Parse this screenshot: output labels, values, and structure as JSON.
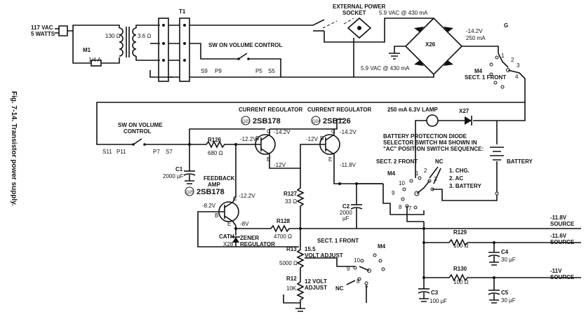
{
  "caption": "Fig. 7-14. Transistor power supply.",
  "mains": {
    "voltage": "117 VAC",
    "power": "5 WATTS"
  },
  "fuse": {
    "ref": "M1",
    "value": "1/4 A"
  },
  "transformer": {
    "ref": "T1",
    "primary": "130 Ω",
    "secondary": "3.6 Ω"
  },
  "switch_top": {
    "label": "SW ON VOLUME CONTROL",
    "t1": "S9",
    "t2": "P9",
    "t3": "P5",
    "t4": "S5"
  },
  "ext_socket": {
    "line1": "EXTERNAL POWER",
    "line2": "SOCKET"
  },
  "ac_top": "5.9 VAC @ 430 mA",
  "ac_bottom": "5.9 VAC @ 430 mA",
  "bridge": {
    "ref": "X26"
  },
  "dc_out": {
    "voltage": "-14.2V",
    "current": "250 mA"
  },
  "node_g": "G",
  "m4_top": {
    "ref": "M4",
    "sect": "SECT. 1 FRONT",
    "p1": "1",
    "p2": "2",
    "p3": "3",
    "p4": "4"
  },
  "lamp": {
    "label": "250 mA 6.3V LAMP"
  },
  "diode_x27": "X27",
  "switch_left": {
    "line1": "SW ON VOLUME",
    "line2": "CONTROL",
    "t1": "S11",
    "t2": "P11",
    "t3": "P7",
    "t4": "S7"
  },
  "q23": {
    "title": "CURRENT REGULATOR",
    "ref": "Q23",
    "part": "2SB178",
    "vc": "-14.2V",
    "vb": "-12.2V",
    "ve": "-12V",
    "b": "B",
    "c": "C",
    "e": "E"
  },
  "q24": {
    "title": "CURRENT REGULATOR",
    "ref": "Q24",
    "part": "2SB126",
    "vc": "-14.2V",
    "vb": "-12V",
    "ve": "-11.8V",
    "b": "B",
    "c": "C",
    "e": "E"
  },
  "r126": {
    "ref": "R126",
    "value": "680 Ω"
  },
  "c1": {
    "ref": "C1",
    "value": "2000 µF"
  },
  "q25": {
    "title1": "FEEDBACK",
    "title2": "AMP",
    "ref": "Q25",
    "part": "2SB178",
    "vc": "-12.2V",
    "vb": "-8.2V",
    "ve": "-8V",
    "b": "B",
    "c": "C",
    "e": "E"
  },
  "r127": {
    "ref": "R127",
    "value": "33 Ω"
  },
  "c2": {
    "ref": "C2",
    "value": "2000",
    "unit": "µF"
  },
  "r128": {
    "ref": "R128",
    "value": "4700 Ω"
  },
  "zener": {
    "cath": "CATH",
    "ref": "X28",
    "line1": "ZENER",
    "line2": "REGULATOR"
  },
  "r13": {
    "ref": "R13",
    "value": "5000 Ω",
    "line1": "15.5",
    "line2": "VOLT ADJUST"
  },
  "r12": {
    "ref": "R12",
    "value": "10K",
    "line1": "12 VOLT",
    "line2": "ADJUST"
  },
  "m4_s1": {
    "sect": "SECT. 1 FRONT",
    "ref": "M4",
    "p9": "9",
    "p10": "10",
    "p8": "8",
    "p7": "7",
    "nc": "NC"
  },
  "battery_protection": {
    "line1": "BATTERY PROTECTION DIODE",
    "line2": "SELECTOR SWITCH M4 SHOWN IN",
    "line3": "\"AC\" POSITION SWITCH SEQUENCE:",
    "sect": "SECT. 2 FRONT",
    "ref": "M4",
    "nc": "NC",
    "seq1": "1.  CHG.",
    "seq2": "2.  AC",
    "seq3": "3.  BATTERY",
    "p1": "1",
    "p2": "2",
    "p3": "3",
    "p8": "8",
    "p9": "9",
    "p10": "10",
    "p7": "7"
  },
  "battery": {
    "label": "BATTERY"
  },
  "outputs": {
    "o1": {
      "voltage": "-11.8V",
      "label": "SOURCE"
    },
    "o2": {
      "voltage": "-11.6V",
      "label": "SOURCE"
    },
    "o3": {
      "voltage": "-11V",
      "label": "SOURCE"
    }
  },
  "r129": {
    "ref": "R129",
    "value": "100 Ω"
  },
  "r130": {
    "ref": "R130",
    "value": "100 Ω"
  },
  "c3": {
    "ref": "C3",
    "value": "100 µF"
  },
  "c4": {
    "ref": "C4",
    "value": "30 µF"
  },
  "c5": {
    "ref": "C5",
    "value": "30 µF"
  }
}
